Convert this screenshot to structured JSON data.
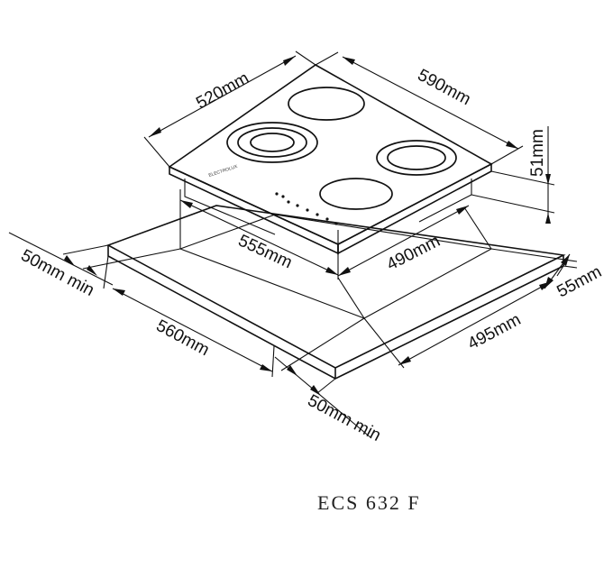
{
  "dimensions": {
    "hob_depth": "520mm",
    "hob_width": "590mm",
    "hob_height": "51mm",
    "cutout_depth": "490mm",
    "cutout_width": "555mm",
    "clearance_front": "55mm",
    "counter_width": "495mm",
    "counter_depth": "560mm",
    "clearance_left": "50mm min",
    "clearance_bottom": "50mm min"
  },
  "hob_brand_text": "ELECTROLUX",
  "model_label": "ECS 632 F",
  "colors": {
    "line": "#111111",
    "background": "#ffffff"
  }
}
